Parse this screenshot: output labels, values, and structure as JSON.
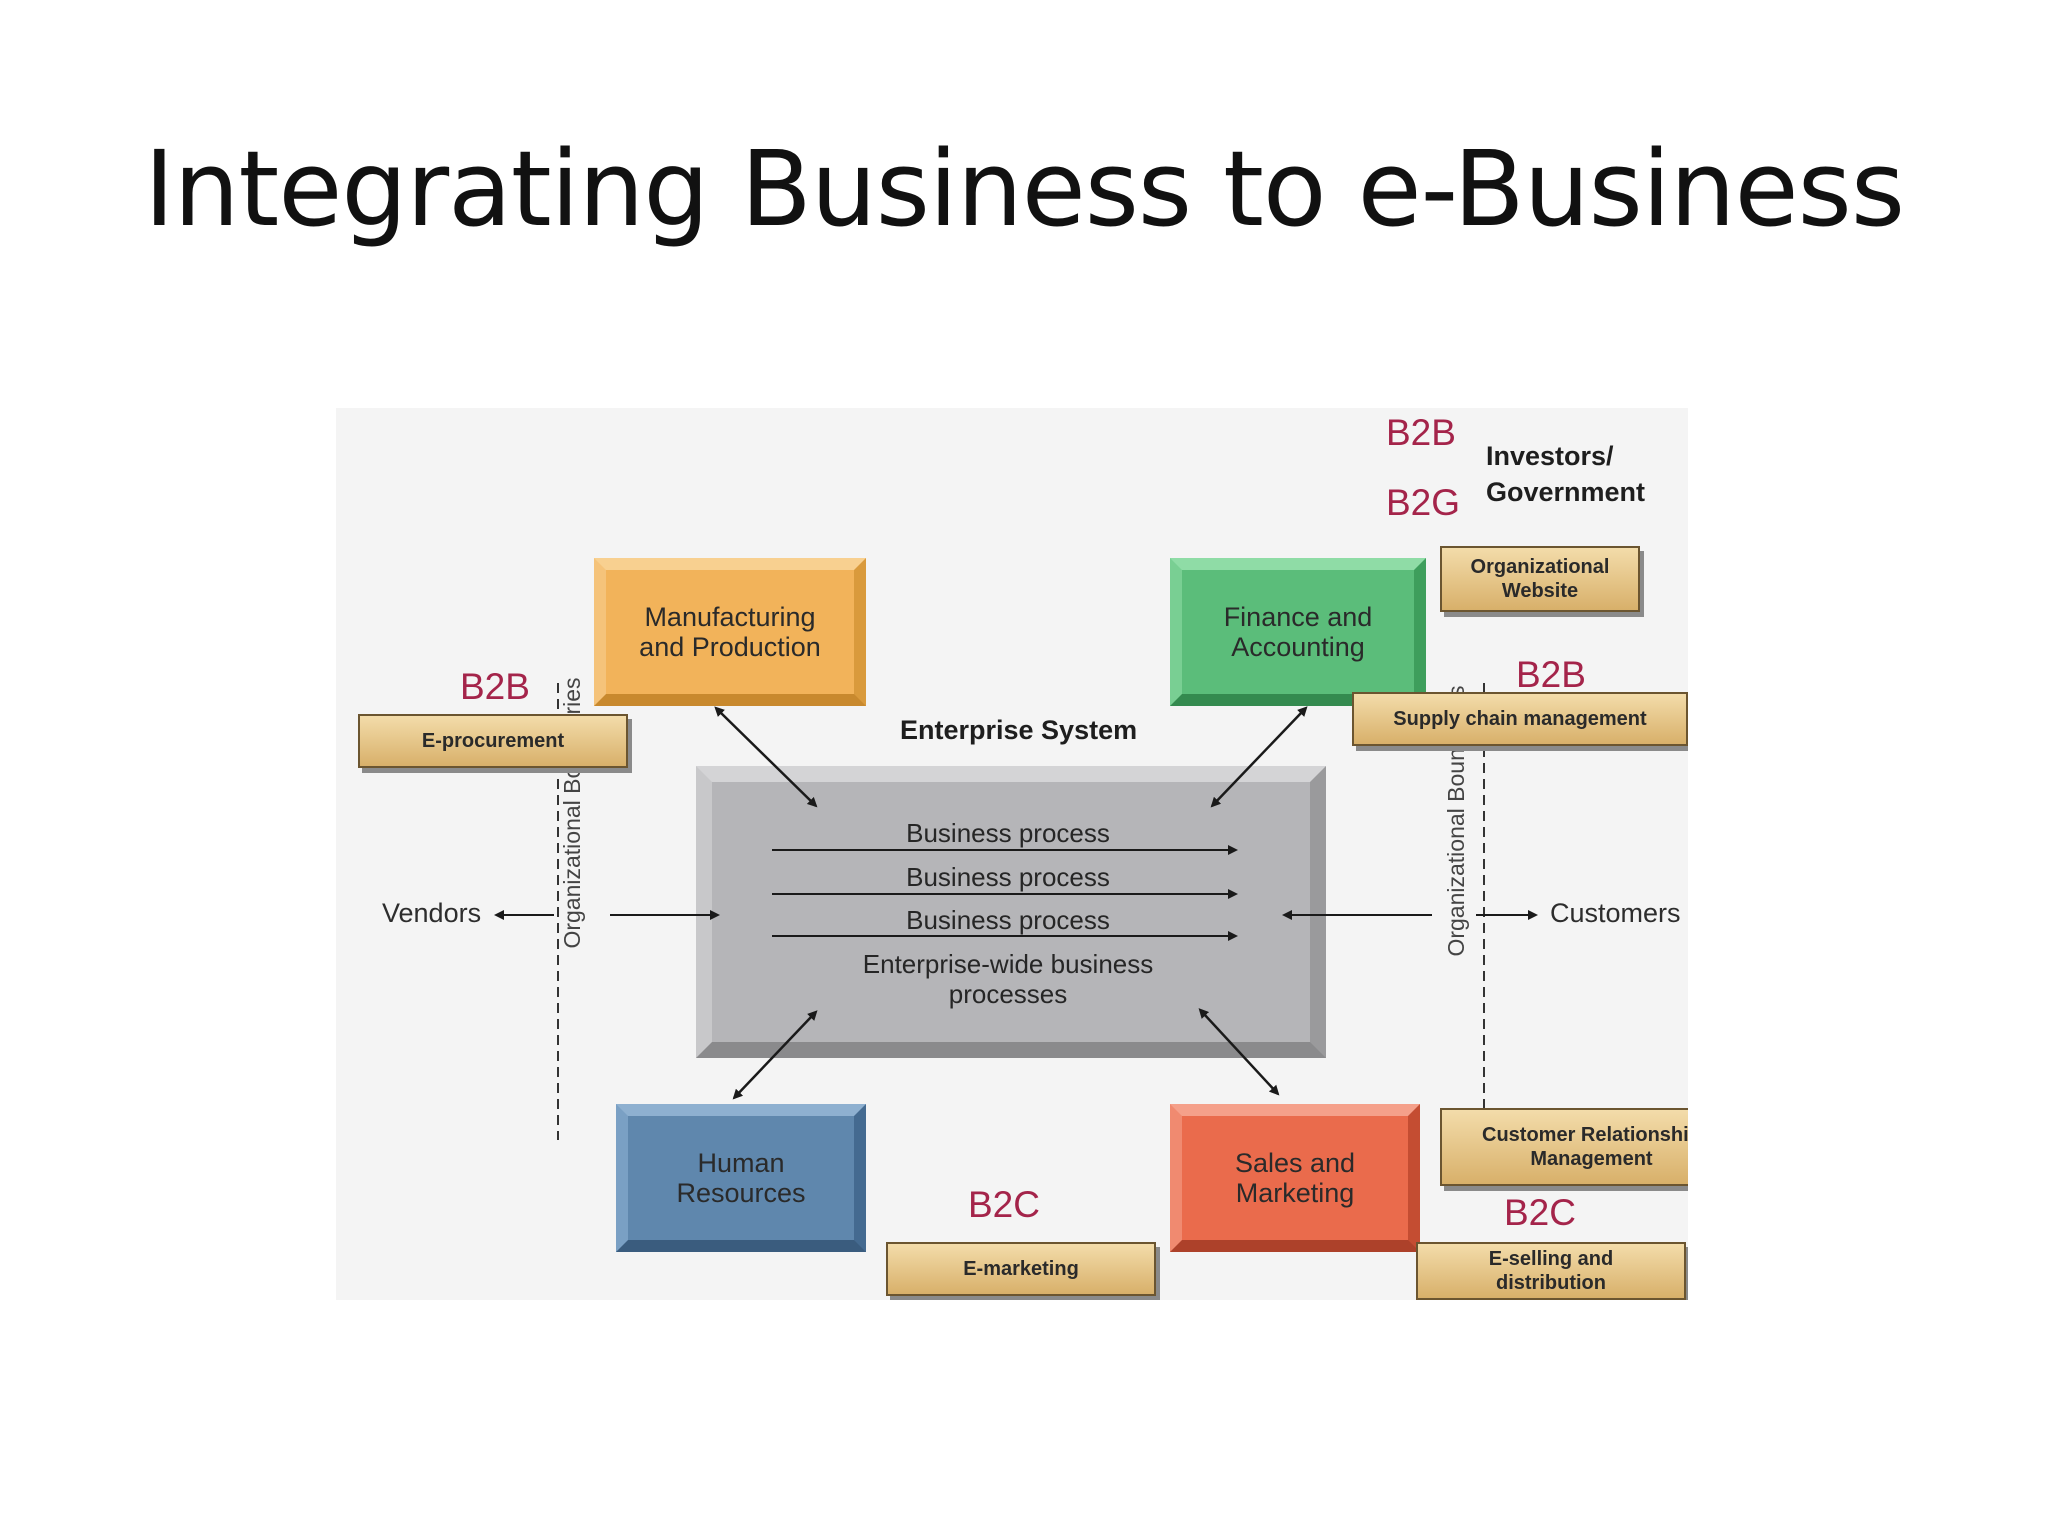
{
  "slide": {
    "title": "Integrating Business to e-Business"
  },
  "diagram": {
    "enterprise_label": "Enterprise System",
    "processes": [
      "Business process",
      "Business process",
      "Business process"
    ],
    "enterprise_wide": [
      "Enterprise-wide business",
      "processes"
    ],
    "departments": {
      "manufacturing": [
        "Manufacturing",
        "and Production"
      ],
      "finance": [
        "Finance and",
        "Accounting"
      ],
      "human_resources": [
        "Human",
        "Resources"
      ],
      "sales": [
        "Sales and",
        "Marketing"
      ]
    },
    "boundaries": {
      "left": "Organizational Boundaries",
      "right": "Organizational Boundaries"
    },
    "external": {
      "vendors": "Vendors",
      "customers": "Customers",
      "investors": [
        "Investors/",
        "Government"
      ]
    },
    "business_types": {
      "b2b_top": "B2B",
      "b2g": "B2G",
      "b2b_left": "B2B",
      "b2b_right": "B2B",
      "b2c_bottom": "B2C",
      "b2c_right": "B2C"
    },
    "tags": {
      "org_website": [
        "Organizational",
        "Website"
      ],
      "supply_chain": "Supply chain management",
      "e_procurement": "E-procurement",
      "crm": [
        "Customer Relationship",
        "Management"
      ],
      "e_marketing": "E-marketing",
      "e_selling": [
        "E-selling and",
        "distribution"
      ]
    },
    "colors": {
      "manufacturing": "#f2b35a",
      "finance": "#5bbd7a",
      "human_resources": "#5f87ad",
      "sales": "#ea6b4c",
      "enterprise": "#b5b5b8",
      "b2_label": "#a4244a"
    }
  }
}
